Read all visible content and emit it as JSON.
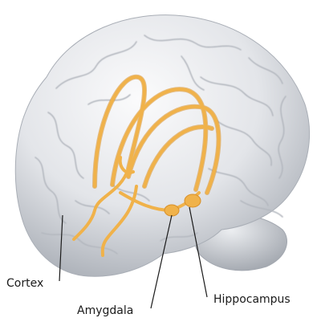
{
  "labels": {
    "cortex": "Cortex",
    "amygdala": "Amygdala",
    "hippocampus": "Hippocampus"
  },
  "colors": {
    "brain_light": "#f4f5f7",
    "brain_mid": "#d6d9de",
    "brain_shadow": "#9da2aa",
    "gyri_line": "#b4b8bf",
    "limbic": "#f0b24a",
    "limbic_dark": "#d8902a",
    "leader_line": "#1a1a1a"
  }
}
